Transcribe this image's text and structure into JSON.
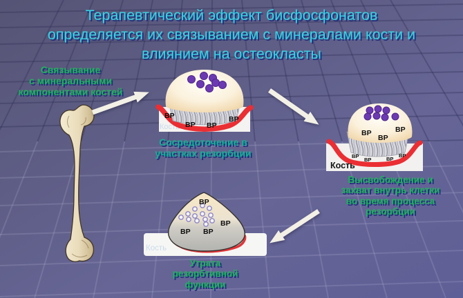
{
  "title": {
    "lines": [
      "Терапевтический эффект бисфосфонатов",
      "определяется их связыванием с минералами кости и",
      "влиянием на остеокласты"
    ]
  },
  "stage_labels": {
    "binding": [
      "Связывание",
      "с минеральными",
      "компонентами костей"
    ],
    "concentration": [
      "Сосредоточение в",
      "участках резорбции"
    ],
    "release": [
      "Высвобождение и",
      "захват внутрь клетки",
      "во время процесса",
      "резорбции"
    ],
    "loss": [
      "Утрата",
      "резорбтивной",
      "функции"
    ]
  },
  "diagram_labels": {
    "bp": "ВР",
    "bone": "Кость"
  },
  "colors": {
    "title_text": "#35d5e4",
    "label_green": "#1fb35c",
    "label_teal": "#16b096",
    "text_shadow_navy": "#1e2f7d",
    "cell_red": "#ea2e33",
    "nucleus_purple": "#6b3ab2",
    "bone_cream": "#e9dcba",
    "arrow_white": "#f3f0e6",
    "background_top": "#565475",
    "background_bottom": "#5f5f97"
  }
}
